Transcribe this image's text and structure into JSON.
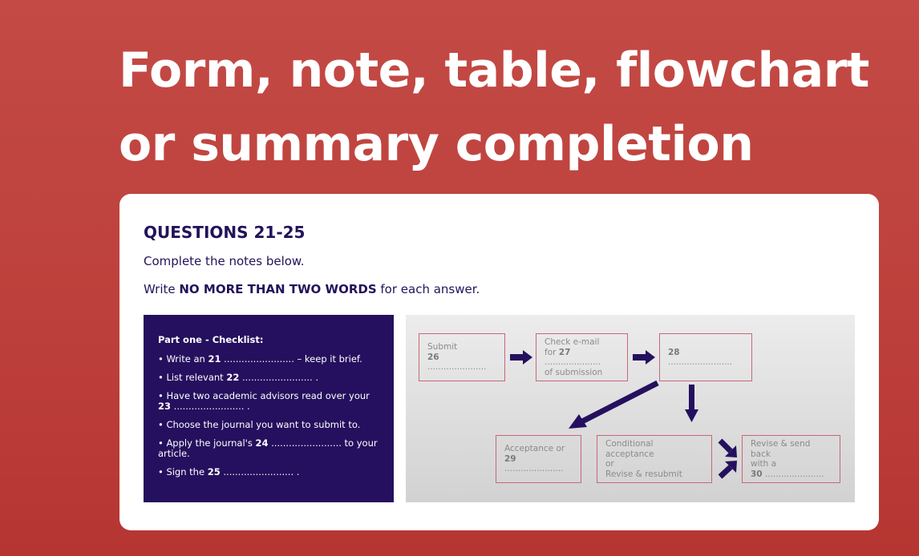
{
  "title": {
    "line1": "Form, note, table, flowchart",
    "line2": "or summary completion"
  },
  "questions": {
    "heading": "QUESTIONS 21-25",
    "instruction1": "Complete the notes below.",
    "instruction2_pre": "Write ",
    "instruction2_bold": "NO MORE THAN TWO WORDS",
    "instruction2_post": " for each answer."
  },
  "checklist": {
    "heading": "Part one - Checklist:",
    "items": [
      {
        "pre": "• Write an ",
        "num": "21",
        "post": " ........................ – keep it brief."
      },
      {
        "pre": "• List relevant ",
        "num": "22",
        "post": " ........................ ."
      },
      {
        "pre": "• Have two academic advisors read over your ",
        "num": "23",
        "post": " ........................ ."
      },
      {
        "pre": "• Choose the journal you want to submit to.",
        "num": "",
        "post": ""
      },
      {
        "pre": "• Apply the journal's ",
        "num": "24",
        "post": " ........................ to your article."
      },
      {
        "pre": "• Sign the ",
        "num": "25",
        "post": " ........................ ."
      }
    ]
  },
  "flowchart": {
    "boxes": [
      {
        "l1": "Submit",
        "num": "26",
        "l2": " ......................",
        "l3": ""
      },
      {
        "l1": "Check e-mail",
        "num": "27",
        "l2": "for ",
        "l3": "of submission"
      },
      {
        "num": "28",
        "l2": " ........................"
      },
      {
        "l1": "Acceptance or",
        "num": "29",
        "l2": " ......................"
      },
      {
        "l1": "Conditional acceptance",
        "l2": "or",
        "l3": "Revise & resubmit"
      },
      {
        "l1": "Revise & send back",
        "l2": "with a",
        "num": "30",
        "l3": " ......................"
      }
    ],
    "arrow_color": "#24105e"
  }
}
